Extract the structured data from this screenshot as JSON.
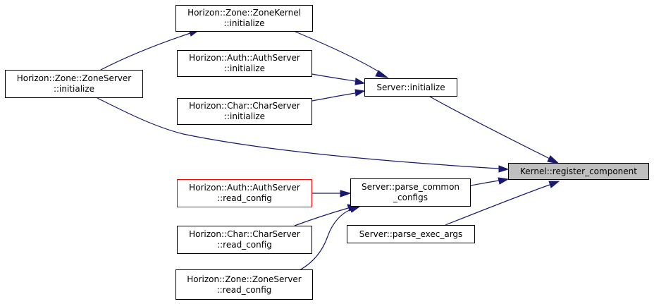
{
  "nodes": {
    "register_component": {
      "line1": "Kernel::register_component",
      "line2": ""
    },
    "server_initialize": {
      "line1": "Server::initialize",
      "line2": ""
    },
    "zone_kernel_initialize": {
      "line1": "Horizon::Zone::ZoneKernel",
      "line2": "::initialize"
    },
    "auth_initialize": {
      "line1": "Horizon::Auth::AuthServer",
      "line2": "::initialize"
    },
    "char_initialize": {
      "line1": "Horizon::Char::CharServer",
      "line2": "::initialize"
    },
    "zone_server_initialize": {
      "line1": "Horizon::Zone::ZoneServer",
      "line2": "::initialize"
    },
    "parse_common_configs": {
      "line1": "Server::parse_common",
      "line2": "_configs"
    },
    "parse_exec_args": {
      "line1": "Server::parse_exec_args",
      "line2": ""
    },
    "auth_read_config": {
      "line1": "Horizon::Auth::AuthServer",
      "line2": "::read_config"
    },
    "char_read_config": {
      "line1": "Horizon::Char::CharServer",
      "line2": "::read_config"
    },
    "zone_read_config": {
      "line1": "Horizon::Zone::ZoneServer",
      "line2": "::read_config"
    }
  },
  "colors": {
    "edge": "#191970",
    "highlight_fill": "#bfbfbf",
    "red_border": "#ff0000",
    "border": "#000000"
  }
}
